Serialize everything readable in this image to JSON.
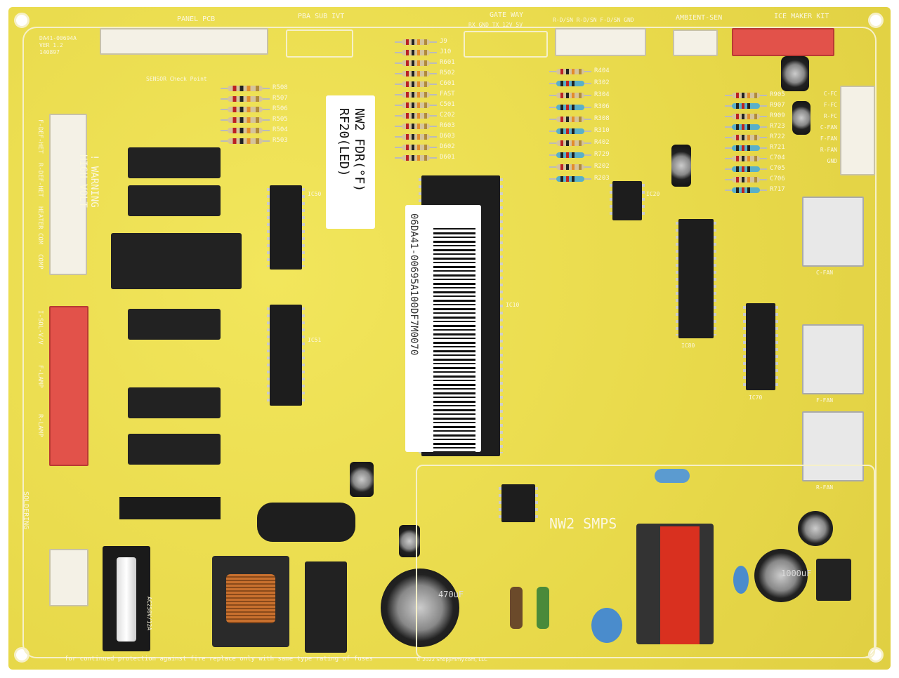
{
  "board": {
    "part_number": "DA41-00694A",
    "version": "VER 1.2",
    "date_code": "140897",
    "top_labels": {
      "panel_pcb": "PANEL PCB",
      "pba_sub_ivt": "PBA SUB IVT",
      "gate_way": "GATE WAY",
      "gate_way_pins": "RX GND TX 12V 5V",
      "door_sensors": "R-D/SN R-D/SN F-D/SN GND",
      "ambient_sen": "AMBIENT-SEN",
      "ice_maker_kit": "ICE MAKER KIT"
    },
    "sticker_text": [
      "NW2 FDR(°F)",
      "RF20(LED)"
    ],
    "barcode_text": "06DA41-00695A100DF7M0070",
    "barcode_highlight": "DA41-00695A",
    "warning": [
      "! WARNING",
      "HIGH VOLT"
    ],
    "smps_label": "NW2 SMPS",
    "left_labels": [
      "F-DEF-HET",
      "R-DEF-HET",
      "HEATER COM",
      "COMP",
      "I-SOL-V/V",
      "F-LAMP",
      "R-LAMP",
      "SOLDERING"
    ],
    "right_labels": [
      "C-FAN",
      "F-FAN",
      "R-FAN",
      "C-FC",
      "F-FC",
      "R-FC",
      "C-FAN",
      "F-FAN",
      "R-FAN",
      "GND"
    ],
    "sensor_label": "SENSOR Check Point",
    "resistor_labels_a": [
      "R508",
      "R507",
      "R506",
      "R505",
      "R504",
      "R503"
    ],
    "resistor_labels_b": [
      "J9",
      "J10",
      "R601",
      "R502",
      "C601",
      "FAST",
      "C501",
      "C202",
      "R603",
      "D603",
      "D602",
      "D601"
    ],
    "resistor_labels_c": [
      "R404",
      "R302",
      "R304",
      "R306",
      "R308",
      "R310",
      "R402",
      "R729",
      "R202",
      "R203"
    ],
    "resistor_labels_d": [
      "R905",
      "R907",
      "R909",
      "R723",
      "R722",
      "R721",
      "C704",
      "C705",
      "C706",
      "R717"
    ],
    "ic_labels": [
      "IC50",
      "IC51",
      "IC10",
      "IC20",
      "IC70",
      "IC80"
    ],
    "fuse_label": "AC250V/12A",
    "footer_notice": "for continued protection against fire replace only with same type rating of fuses",
    "copyright": "© 2022 ShopJimmy.com, LLC",
    "capacitor_labels": [
      "1000uF",
      "470uF"
    ]
  },
  "colors": {
    "pcb": "#ecdf4e",
    "silkscreen": "#fbf7e0",
    "connector_red": "#e2524a",
    "relay": "#222222"
  }
}
